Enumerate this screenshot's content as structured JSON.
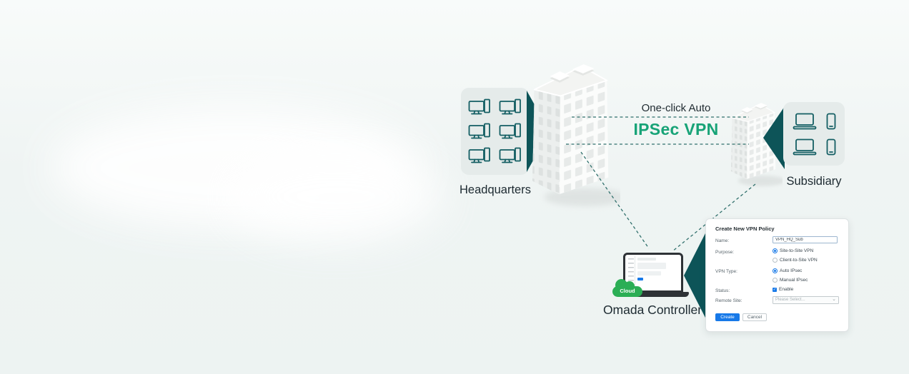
{
  "scene": {
    "headquarters": {
      "label": "Headquarters"
    },
    "link": {
      "caption": "One-click Auto",
      "title": "IPSec VPN"
    },
    "subsidiary": {
      "label": "Subsidiary"
    },
    "controller": {
      "label": "Omada Controller",
      "badge": "Cloud"
    }
  },
  "dialog": {
    "title": "Create New VPN Policy",
    "name": {
      "label": "Name:",
      "value": "VPN_HQ_Sub"
    },
    "purpose": {
      "label": "Purpose:",
      "options": [
        {
          "label": "Site-to-Site VPN",
          "selected": true
        },
        {
          "label": "Client-to-Site VPN",
          "selected": false
        }
      ]
    },
    "vpn_type": {
      "label": "VPN Type:",
      "options": [
        {
          "label": "Auto IPsec",
          "selected": true
        },
        {
          "label": "Manual IPsec",
          "selected": false
        }
      ]
    },
    "status": {
      "label": "Status:",
      "option": {
        "label": "Enable",
        "checked": true
      }
    },
    "remote_site": {
      "label": "Remote Site:",
      "placeholder": "Please Select..."
    },
    "actions": {
      "create": "Create",
      "cancel": "Cancel"
    }
  },
  "icons": {
    "check": "✓",
    "chevron_down": "⌄"
  },
  "colors": {
    "teal": "#0d5458",
    "green": "#17a377",
    "cloud_green": "#2bae55",
    "blue": "#1779e8"
  }
}
